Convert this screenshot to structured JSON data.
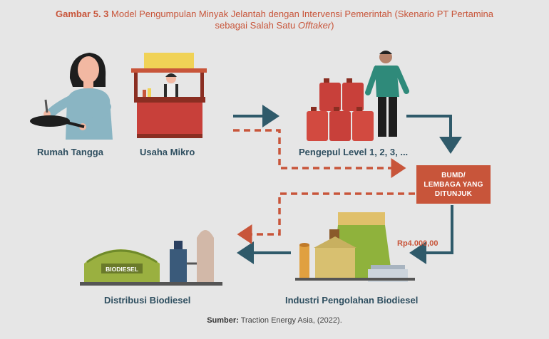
{
  "title": {
    "figure_no": "Gambar 5. 3",
    "text_line1": "Model Pengumpulan Minyak Jelantah dengan Intervensi Pemerintah (Skenario PT Pertamina",
    "text_line2_prefix": "sebagai Salah Satu ",
    "text_line2_italic": "Offtaker",
    "text_line2_suffix": ")"
  },
  "nodes": {
    "rumah_tangga": "Rumah Tangga",
    "usaha_mikro": "Usaha Mikro",
    "pengepul": "Pengepul Level 1, 2, 3, ...",
    "bumd_line1": "BUMD/",
    "bumd_line2": "LEMBAGA YANG",
    "bumd_line3": "DITUNJUK",
    "industri": "Industri Pengolahan Biodiesel",
    "distribusi": "Distribusi Biodiesel",
    "tank_label": "BIODIESEL"
  },
  "price": "Rp4.000,00",
  "source": {
    "label": "Sumber:",
    "text": " Traction Energy Asia, (2022)."
  },
  "colors": {
    "solid_arrow": "#2f5a6a",
    "dashed_arrow": "#c8553a",
    "accent": "#c8553a"
  }
}
